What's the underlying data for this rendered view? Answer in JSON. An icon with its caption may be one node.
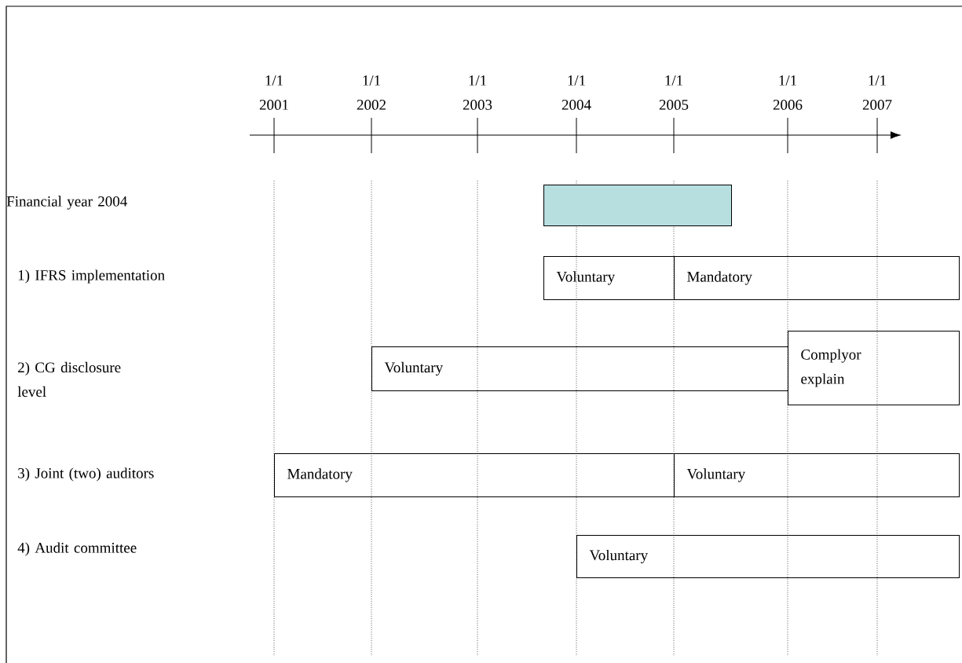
{
  "diagram": {
    "nodes": [
      {
        "text": [],
        "shape": "box"
      },
      {
        "text": [
          "Voluntary"
        ]
      },
      {
        "text": [
          "Mandatory"
        ]
      },
      {
        "text": [
          "Voluntary"
        ]
      },
      {
        "text": [
          "Complyor explain"
        ]
      },
      {
        "text": [
          "Mandatory"
        ]
      },
      {
        "text": [
          "Voluntary"
        ]
      },
      {
        "text": [
          "Voluntary"
        ]
      }
    ],
    "labels": [
      "1/1 2001",
      "1/1 2002",
      "1/1 2003",
      "1/1 2004",
      "1/1 2005",
      "1/1 2006",
      "1/1 2007",
      "Financial year 2004",
      "1) IFRS implementation",
      "2) CG disclosure level",
      "3) Joint (two) auditors",
      "4) Audit committee"
    ]
  }
}
